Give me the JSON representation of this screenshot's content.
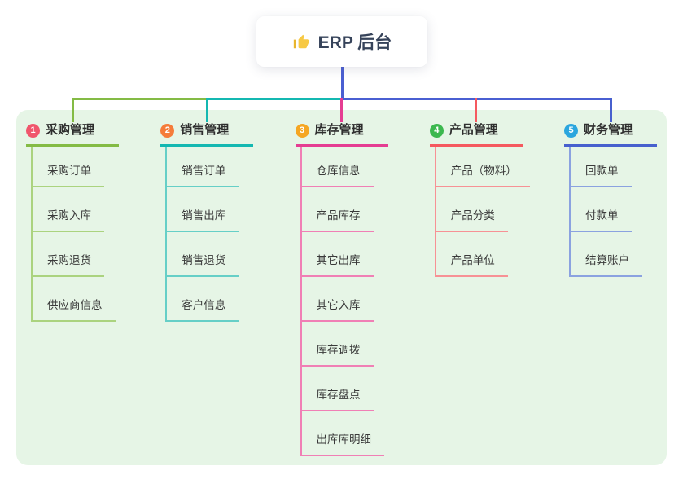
{
  "root": {
    "icon": "thumbs-up",
    "label": "ERP 后台"
  },
  "branches": [
    {
      "num": "1",
      "label": "采购管理",
      "badge_color": "#f0566c",
      "line_color": "#84bb45",
      "child_line_color": "#abd37f",
      "children": [
        "采购订单",
        "采购入库",
        "采购退货",
        "供应商信息"
      ]
    },
    {
      "num": "2",
      "label": "销售管理",
      "badge_color": "#f57c3a",
      "line_color": "#14b8b1",
      "child_line_color": "#66cfc7",
      "children": [
        "销售订单",
        "销售出库",
        "销售退货",
        "客户信息"
      ]
    },
    {
      "num": "3",
      "label": "库存管理",
      "badge_color": "#f5a623",
      "line_color": "#e53d92",
      "child_line_color": "#f07fb5",
      "children": [
        "仓库信息",
        "产品库存",
        "其它出库",
        "其它入库",
        "库存调拨",
        "库存盘点",
        "出库库明细"
      ]
    },
    {
      "num": "4",
      "label": "产品管理",
      "badge_color": "#3cb84f",
      "line_color": "#f5595f",
      "child_line_color": "#f79195",
      "children": [
        "产品（物料）",
        "产品分类",
        "产品单位"
      ]
    },
    {
      "num": "5",
      "label": "财务管理",
      "badge_color": "#2ba6de",
      "line_color": "#4760ce",
      "child_line_color": "#8ba2e0",
      "children": [
        "回款单",
        "付款单",
        "结算账户"
      ]
    }
  ],
  "connector": {
    "root_color": "#4a5fd2",
    "bus_segments": [
      {
        "color": "#84bb45",
        "from": 0,
        "to": 1
      },
      {
        "color": "#14b8b1",
        "from": 1,
        "to": 2
      },
      {
        "color": "#4a5fd2",
        "from": 2,
        "to": 4
      }
    ]
  },
  "canvas": {
    "background": "#ffffff",
    "panel_color": "#e6f5e6"
  }
}
